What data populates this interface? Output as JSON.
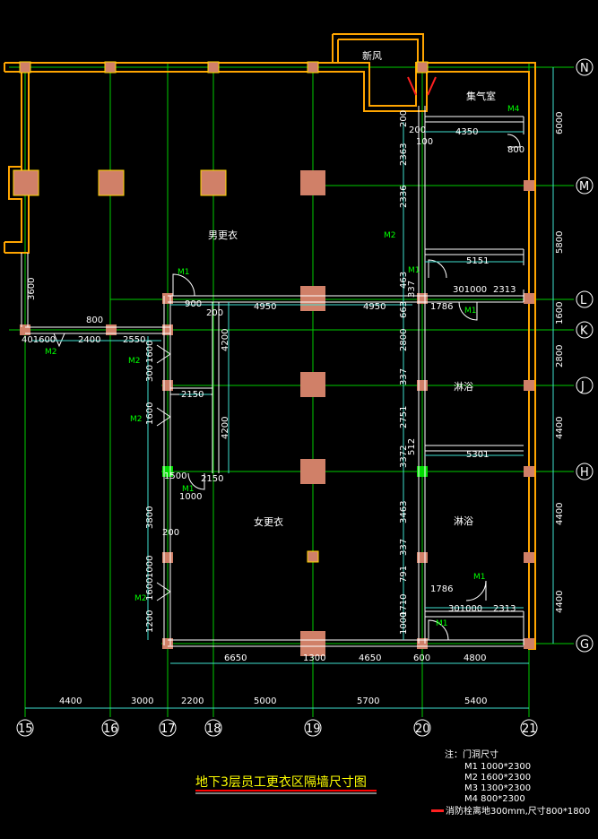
{
  "title": "地下3层员工更衣区隔墙尺寸图",
  "rooms": {
    "fresh_air": "新风",
    "exhaust_room": "集气室",
    "male_locker": "男更衣",
    "female_locker": "女更衣",
    "shower_upper": "淋浴",
    "shower_lower": "淋浴"
  },
  "axes": {
    "columns": [
      "15",
      "16",
      "17",
      "18",
      "19",
      "20",
      "21"
    ],
    "rows": [
      "N",
      "M",
      "L",
      "K",
      "J",
      "H",
      "G"
    ]
  },
  "bottom_dims": [
    "4400",
    "3000",
    "2200",
    "5000",
    "5700",
    "5400"
  ],
  "right_dims": [
    "6000",
    "5800",
    "1600",
    "2800",
    "4400",
    "4400",
    "4400"
  ],
  "dims": {
    "d_6650": "6650",
    "d_1300": "1300",
    "d_4650": "4650",
    "d_600": "600",
    "d_4800": "4800",
    "d_4950a": "4950",
    "d_4950b": "4950",
    "d_4350": "4350",
    "d_5151": "5151",
    "d_5301": "5301",
    "d_2313a": "2313",
    "d_2313b": "2313",
    "d_1786a": "1786",
    "d_1786b": "1786",
    "d_2363": "2363",
    "d_2336": "2336",
    "d_2800": "2800",
    "d_2751": "2751",
    "d_3463": "3463",
    "d_337a": "337",
    "d_337b": "337",
    "d_337c": "337",
    "d_791": "791",
    "d_1710": "1710",
    "d_1000a": "1000",
    "d_200a": "200",
    "d_200b": "200",
    "d_200c": "200",
    "d_100": "100",
    "d_800a": "800",
    "d_4200a": "4200",
    "d_4200b": "4200",
    "d_2150": "2150",
    "d_3800": "3800",
    "d_1600a": "1600",
    "d_1600b": "1600",
    "d_1600c": "1600",
    "d_1200": "1200",
    "d_1000b": "1000",
    "d_2400": "2400",
    "d_2550": "2550",
    "d_800b": "800",
    "d_3600": "3600",
    "d_401600": "401600",
    "d_1000c": "1000",
    "d_301000a": "301000",
    "d_301000b": "301000",
    "d_463": "463",
    "d_663": "663",
    "d_512": "512",
    "d_3372": "3372",
    "d_900": "900",
    "d_200d": "200",
    "d_300": "300",
    "d_1500": "1500",
    "d_2150b": "2150"
  },
  "doors": {
    "m1_a": "M1",
    "m1_b": "M1",
    "m1_c": "M1",
    "m1_d": "M1",
    "m1_e": "M1",
    "m1_f": "M1",
    "m2_a": "M2",
    "m2_b": "M2",
    "m2_c": "M2",
    "m2_d": "M2",
    "m2_e": "M2",
    "m4": "M4"
  },
  "notes": {
    "heading": "注：门洞尺寸",
    "m1": "M1   1000*2300",
    "m2": "M2   1600*2300",
    "m3": "M3   1300*2300",
    "m4": "M4   800*2300",
    "hydrant": "消防栓离地300mm,尺寸800*1800"
  },
  "colors": {
    "background": "#000000",
    "grid": "#00cc00",
    "wall_outer": "#ffa500",
    "wall_fill": "#cc8844",
    "column": "#d08068",
    "dimension": "#40e0d0",
    "partition": "#ffffff",
    "title": "#ffff00",
    "underline": "#ff0000"
  }
}
